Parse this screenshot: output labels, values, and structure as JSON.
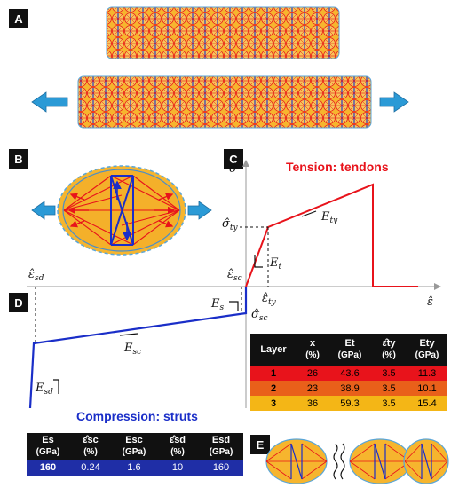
{
  "panels": {
    "a": "A",
    "b": "B",
    "c": "C",
    "d": "D",
    "e": "E"
  },
  "colors": {
    "tension": "#e8131b",
    "compression": "#1a2ec8",
    "cell_fill": "#f6b52e",
    "cell_border": "#5aa6d8",
    "arrow": "#2b9ad6",
    "layer1": "#e8131b",
    "layer2": "#e9601a",
    "layer3": "#f4b616",
    "comp_row": "#1f2ea6"
  },
  "chart_labels": {
    "sigma_hat": "σ̂",
    "eps_hat": "ε̂",
    "sigma_ty": "σ̂",
    "sigma_ty_sub": "ty",
    "eps_ty": "ε̂",
    "eps_ty_sub": "ty",
    "eps_sd": "ε̂",
    "eps_sd_sub": "sd",
    "eps_sc": "ε̂",
    "eps_sc_sub": "sc",
    "sigma_sc": "σ̂",
    "sigma_sc_sub": "sc",
    "E_t": "E",
    "E_t_sub": "t",
    "E_ty": "E",
    "E_ty_sub": "ty",
    "E_s": "E",
    "E_s_sub": "s",
    "E_sc": "E",
    "E_sc_sub": "sc",
    "E_sd": "E",
    "E_sd_sub": "sd"
  },
  "captions": {
    "tension": "Tension: tendons",
    "compression": "Compression: struts"
  },
  "layer_table": {
    "headers": [
      {
        "main": "Layer",
        "unit": ""
      },
      {
        "main": "x",
        "unit": "(%)"
      },
      {
        "main": "Et",
        "unit": "(GPa)"
      },
      {
        "main": "ε̂ty",
        "unit": "(%)"
      },
      {
        "main": "Ety",
        "unit": "(GPa)"
      }
    ],
    "rows": [
      {
        "layer": "1",
        "x": "26",
        "Et": "43.6",
        "eps_ty": "3.5",
        "Ety": "11.3"
      },
      {
        "layer": "2",
        "x": "23",
        "Et": "38.9",
        "eps_ty": "3.5",
        "Ety": "10.1"
      },
      {
        "layer": "3",
        "x": "36",
        "Et": "59.3",
        "eps_ty": "3.5",
        "Ety": "15.4"
      }
    ]
  },
  "comp_table": {
    "headers": [
      {
        "main": "Es",
        "unit": "(GPa)"
      },
      {
        "main": "ε̂sc",
        "unit": "(%)"
      },
      {
        "main": "Esc",
        "unit": "(GPa)"
      },
      {
        "main": "ε̂sd",
        "unit": "(%)"
      },
      {
        "main": "Esd",
        "unit": "(GPa)"
      }
    ],
    "row": [
      "160",
      "0.24",
      "1.6",
      "10",
      "160"
    ]
  }
}
